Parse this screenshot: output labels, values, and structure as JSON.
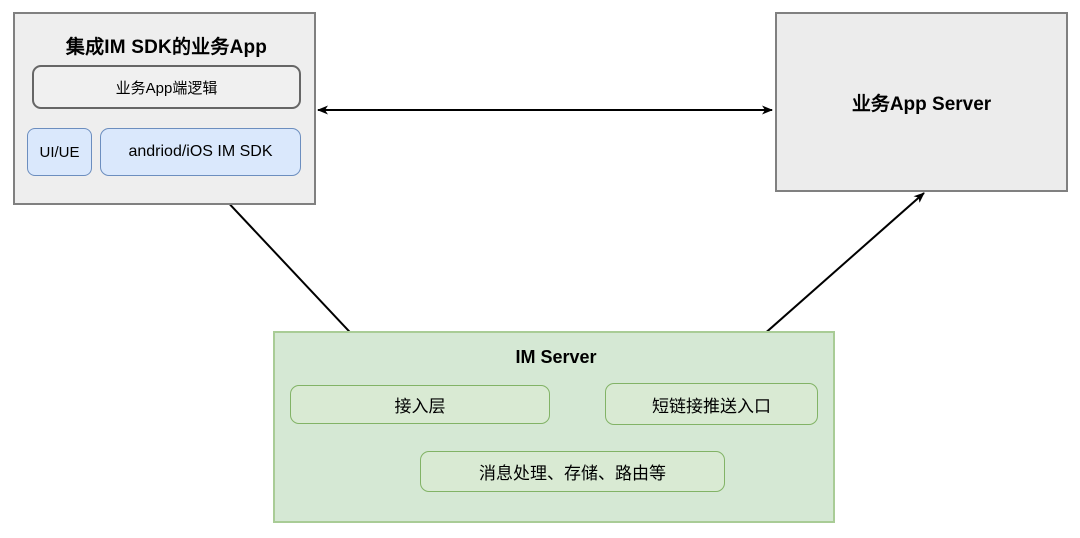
{
  "diagram": {
    "title": "IM SDK architecture diagram",
    "background": "#ffffff",
    "colors": {
      "grey_fill": "#eeeeee",
      "grey_border": "#808080",
      "blue_fill": "#dae8fc",
      "blue_border": "#6c8ebf",
      "green_fill": "#d5e8d4",
      "green_border": "#82b366",
      "arrow": "#000000"
    }
  },
  "app_container": {
    "title": "集成IM SDK的业务App",
    "logic_box": "业务App端逻辑",
    "ui_box": "UI/UE",
    "sdk_box": "andriod/iOS IM SDK"
  },
  "app_server": {
    "title": "业务App Server"
  },
  "im_server": {
    "title": "IM Server",
    "boxes": [
      {
        "label": "接入层"
      },
      {
        "label": "短链接推送入口"
      },
      {
        "label": "消息处理、存储、路由等"
      }
    ]
  },
  "connections": [
    {
      "name": "app-to-appserver",
      "from": "集成IM SDK的业务App",
      "to": "业务App Server",
      "style": "double-arrow-horizontal",
      "label": ""
    },
    {
      "name": "sdk-to-access-layer",
      "from": "andriod/iOS IM SDK",
      "to": "接入层",
      "style": "double-arrow-diagonal",
      "label": ""
    },
    {
      "name": "push-entry-to-appserver",
      "from": "短链接推送入口",
      "to": "业务App Server",
      "style": "double-arrow-diagonal",
      "label": ""
    }
  ]
}
